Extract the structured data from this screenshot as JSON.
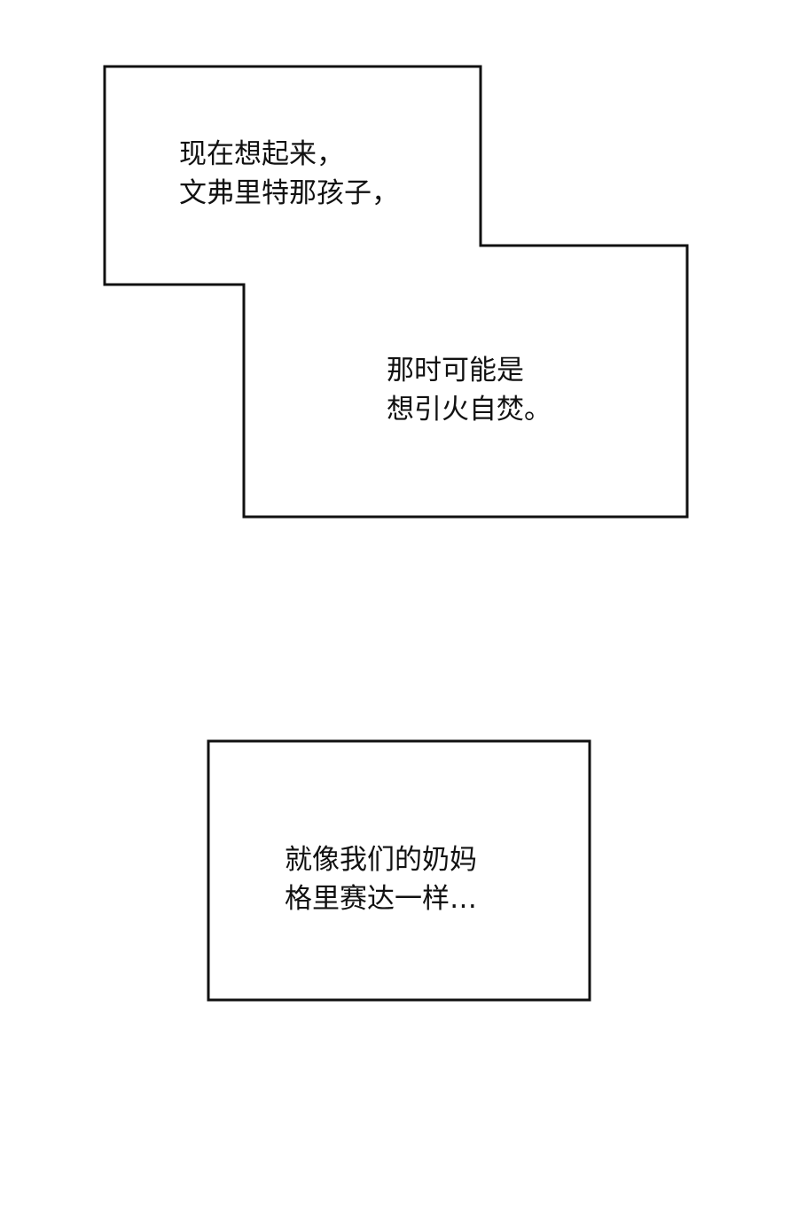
{
  "panels": [
    {
      "lines": [
        "现在想起来，",
        "文弗里特那孩子，"
      ]
    },
    {
      "lines": [
        "那时可能是",
        "想引火自焚。"
      ]
    },
    {
      "lines": [
        "就像我们的奶妈",
        "格里赛达一样…"
      ]
    }
  ],
  "colors": {
    "stroke": "#111111",
    "background": "#ffffff"
  }
}
